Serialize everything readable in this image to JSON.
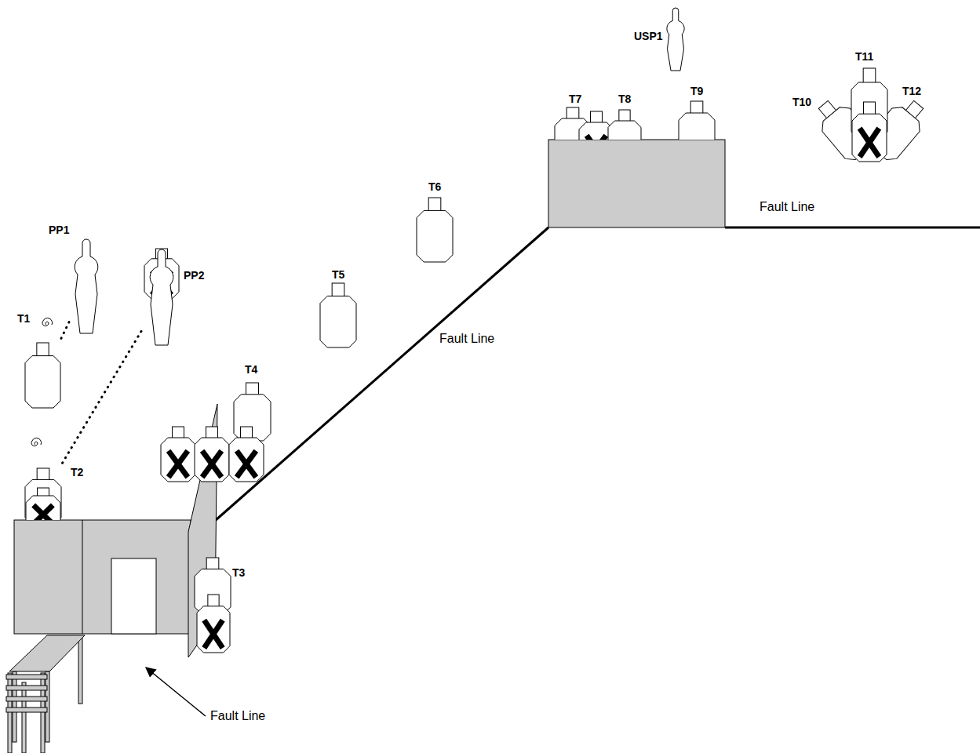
{
  "diagram": {
    "nodes": [
      {
        "text": [
          "T1"
        ]
      },
      {
        "text": [
          "T2"
        ]
      },
      {
        "text": [
          "T3"
        ]
      },
      {
        "text": [
          "T4"
        ]
      },
      {
        "text": [
          "T5"
        ]
      },
      {
        "text": [
          "T6"
        ]
      },
      {
        "text": [
          "T7"
        ]
      },
      {
        "text": [
          "T8"
        ]
      },
      {
        "text": [
          "T9"
        ]
      },
      {
        "text": [
          "T10"
        ]
      },
      {
        "text": [
          "T11"
        ]
      },
      {
        "text": [
          "T12"
        ]
      },
      {
        "text": [
          "PP1"
        ]
      },
      {
        "text": [
          "PP2"
        ]
      },
      {
        "text": [
          "USP1"
        ]
      }
    ],
    "edges": [
      {
        "from": 12,
        "to": 0,
        "arrow": "none"
      },
      {
        "from": 13,
        "to": 1,
        "arrow": "none"
      }
    ],
    "labels": [
      "Fault Line",
      "Fault Line",
      "Fault Line"
    ]
  }
}
